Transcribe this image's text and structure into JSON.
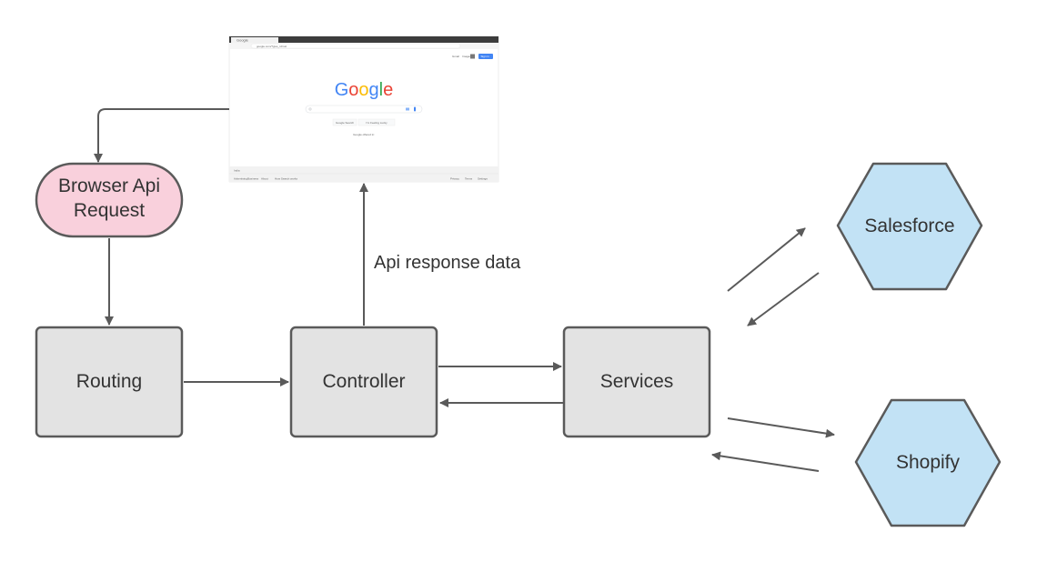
{
  "nodes": {
    "browser_request": {
      "label_line1": "Browser Api",
      "label_line2": "Request",
      "fill": "#f9d0dc"
    },
    "routing": {
      "label": "Routing",
      "fill": "#e3e3e3"
    },
    "controller": {
      "label": "Controller",
      "fill": "#e3e3e3"
    },
    "services": {
      "label": "Services",
      "fill": "#e3e3e3"
    },
    "salesforce": {
      "label": "Salesforce",
      "fill": "#c2e2f5"
    },
    "shopify": {
      "label": "Shopify",
      "fill": "#c2e2f5"
    }
  },
  "edges": {
    "controller_to_browser_label": "Api response data"
  },
  "browser_screenshot": {
    "tab_title": "Google",
    "address": "google.com/?gws_rd=ssl",
    "logo_letters": [
      {
        "ch": "G",
        "color": "#4285f4"
      },
      {
        "ch": "o",
        "color": "#ea4335"
      },
      {
        "ch": "o",
        "color": "#fbbc05"
      },
      {
        "ch": "g",
        "color": "#4285f4"
      },
      {
        "ch": "l",
        "color": "#34a853"
      },
      {
        "ch": "e",
        "color": "#ea4335"
      }
    ],
    "top_links": [
      "Gmail",
      "Images"
    ],
    "sign_in": "Sign in",
    "button_search": "Google Search",
    "button_lucky": "I'm Feeling Lucky",
    "offered_text": "Google offered in:",
    "footer_country": "India",
    "footer_left": [
      "Advertising",
      "Business",
      "About",
      "How Search works"
    ],
    "footer_right": [
      "Privacy",
      "Terms",
      "Settings"
    ]
  }
}
